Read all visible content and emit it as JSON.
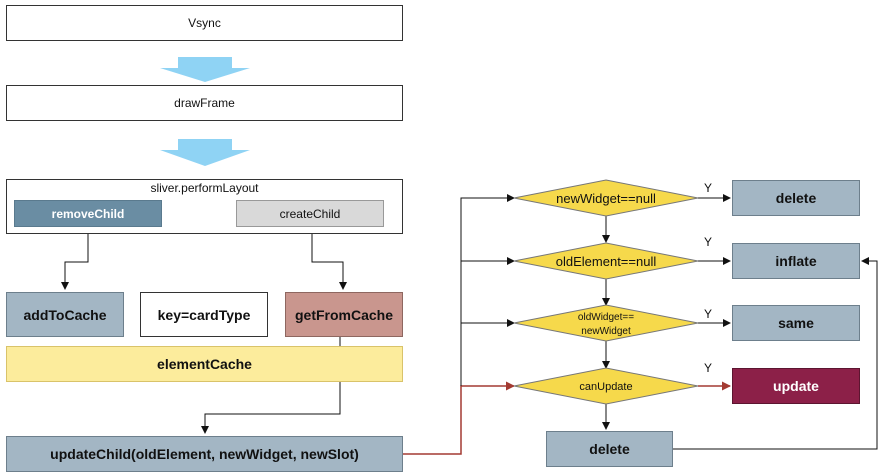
{
  "nodes": {
    "vsync": "Vsync",
    "draw_frame": "drawFrame",
    "perform_layout": "sliver.performLayout",
    "remove_child": "removeChild",
    "create_child": "createChild",
    "add_to_cache": "addToCache",
    "key": "key=cardType",
    "get_from_cache": "getFromCache",
    "element_cache": "elementCache",
    "update_child": "updateChild(oldElement, newWidget, newSlot)",
    "cond_new_widget_null": "newWidget==null",
    "cond_old_element_null": "oldElement==null",
    "cond_old_widget_line1": "oldWidget==",
    "cond_old_widget_line2": "newWidget",
    "cond_can_update": "canUpdate",
    "result_delete": "delete",
    "result_inflate": "inflate",
    "result_same": "same",
    "result_update": "update",
    "final_delete": "delete"
  },
  "edge_labels": {
    "yes_1": "Y",
    "yes_2": "Y",
    "yes_3": "Y",
    "yes_4": "Y"
  },
  "colors": {
    "big_arrow": "#8fd3f4",
    "remove_child": "#6a8da3",
    "create_child": "#d9d9d9",
    "get_from_cache": "#c9968e",
    "element_cache": "#fcec9c",
    "diamond": "#f6d94b",
    "result_box": "#a3b6c4",
    "update_box": "#8c2048",
    "highlight_wire": "#a33a32"
  }
}
